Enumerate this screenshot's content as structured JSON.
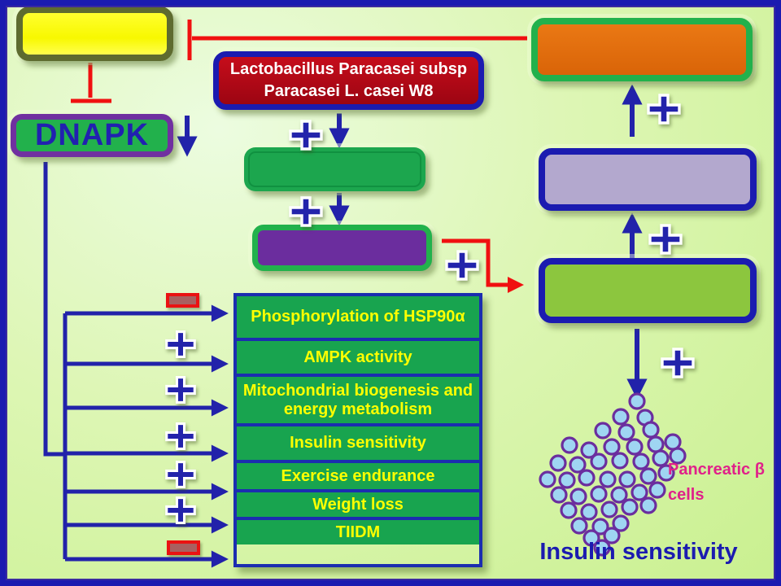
{
  "nodes": {
    "probiotic": {
      "line1": "Lactobacillus Paracasei subsp",
      "line2": "Paracasei L. casei W8"
    },
    "dnapk": {
      "label": "DNAPK"
    }
  },
  "effects": {
    "rows": [
      {
        "label": "Phosphorylation of HSP90α",
        "sign": "minus"
      },
      {
        "label": "AMPK activity",
        "sign": "plus"
      },
      {
        "label": "Mitochondrial biogenesis and energy metabolism",
        "sign": "plus"
      },
      {
        "label": "Insulin sensitivity",
        "sign": "plus"
      },
      {
        "label": "Exercise endurance",
        "sign": "plus"
      },
      {
        "label": "Weight loss",
        "sign": "plus"
      },
      {
        "label": "TIIDM",
        "sign": "minus"
      }
    ]
  },
  "annotations": {
    "pancreatic_line1": "Pancreatic β",
    "pancreatic_line2": "cells",
    "outcome": "Insulin sensitivity"
  },
  "colors": {
    "frame_blue": "#1b1bb0",
    "arrow_blue": "#2222aa",
    "inhibit_red": "#f01010",
    "box_yellow": "#ffff00",
    "box_yellow_border": "#5e6b2f",
    "box_dark_red": "#a50f1b",
    "box_green": "#1ca64e",
    "box_purple": "#6b2d9e",
    "box_orange": "#e36c0a",
    "box_lavender": "#b3a8ce",
    "box_yellow_green": "#8cc63e",
    "table_green": "#18a44f",
    "text_yellow": "#ffff00",
    "label_magenta": "#e0218a",
    "cell_fill": "#9fd5f2",
    "cell_stroke": "#6b2e9e"
  }
}
